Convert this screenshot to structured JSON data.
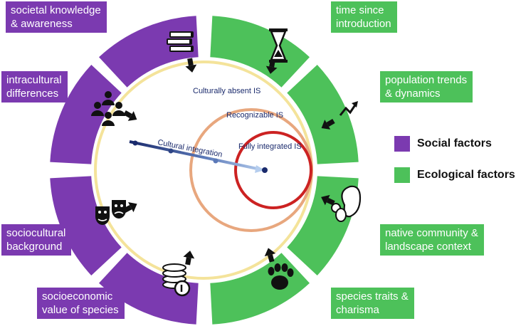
{
  "colors": {
    "social": "#7b3ab0",
    "ecological": "#4dc15a",
    "ring_absent": "#f4e39a",
    "ring_recognizable": "#e8a77e",
    "ring_integrated": "#cc2222",
    "arrow_dark": "#1a2a6c",
    "arrow_light": "#a6c4e8"
  },
  "social_factors": [
    {
      "line1": "societal knowledge",
      "line2": "& awareness",
      "icon": "books-icon"
    },
    {
      "line1": "intracultural",
      "line2": "differences",
      "icon": "people-group-icon"
    },
    {
      "line1": "sociocultural",
      "line2": "background",
      "icon": "theater-masks-icon"
    },
    {
      "line1": "socioeconomic",
      "line2": "value of species",
      "icon": "coins-icon"
    }
  ],
  "ecological_factors": [
    {
      "line1": "time since",
      "line2": "introduction",
      "icon": "hourglass-icon"
    },
    {
      "line1": "population trends",
      "line2": "& dynamics",
      "icon": "trend-up-icon"
    },
    {
      "line1": "native community &",
      "line2": "landscape context",
      "icon": "squirrel-icon"
    },
    {
      "line1": "species traits &",
      "line2": "charisma",
      "icon": "paw-print-icon"
    }
  ],
  "rings": {
    "outer": "Culturally absent IS",
    "middle": "Recognizable IS",
    "inner": "Fully integrated IS"
  },
  "integration_arrow_label": "Cultural integration",
  "legend": {
    "social": "Social factors",
    "ecological": "Ecological factors"
  }
}
